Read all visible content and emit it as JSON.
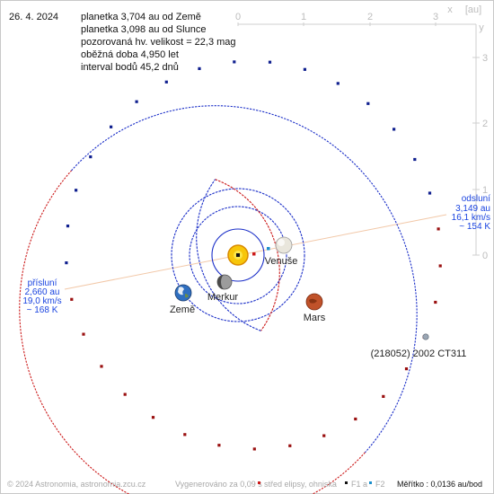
{
  "date": "26. 4. 2024",
  "info": [
    "planetka 3,704 au od Země",
    "planetka 3,098 au od Slunce",
    "pozorovaná hv. velikost = 22,3 mag",
    "oběžná doba 4,950 let",
    "interval bodů 45,2 dnů"
  ],
  "axis": {
    "unit_label": "[au]",
    "x_label": "x",
    "y_label": "y",
    "x_ticks": [
      "0",
      "1",
      "2",
      "3"
    ],
    "y_ticks": [
      "0",
      "1",
      "2",
      "3"
    ]
  },
  "aphelion": {
    "title": "odsluní",
    "distance": "3,149 au",
    "speed": "16,1 km/s",
    "temp": "~ 154 K"
  },
  "perihelion": {
    "title": "přísluní",
    "distance": "2,660 au",
    "speed": "19,0 km/s",
    "temp": "~ 168 K"
  },
  "bodies": {
    "venus": "Venuše",
    "mercury": "Merkur",
    "earth": "Země",
    "mars": "Mars",
    "asteroid": "(218052) 2002 CT311"
  },
  "colors": {
    "orbit_blue": "#1a2ec8",
    "orbit_red": "#cc1a1a",
    "apsis_line": "#f2c8a8",
    "annotation_blue": "#1a44e0",
    "footer_gray": "#a8a8a8"
  },
  "footer": {
    "copyright": "© 2024 Astronomia, astronomia.zcu.cz",
    "generated": "Vygenerováno za 0,09 s",
    "legend_center": "střed elipsy, ohniska",
    "legend_f1": "F1 a",
    "legend_f2": "F2",
    "scale": "Měřítko : 0,0136 au/bod"
  }
}
